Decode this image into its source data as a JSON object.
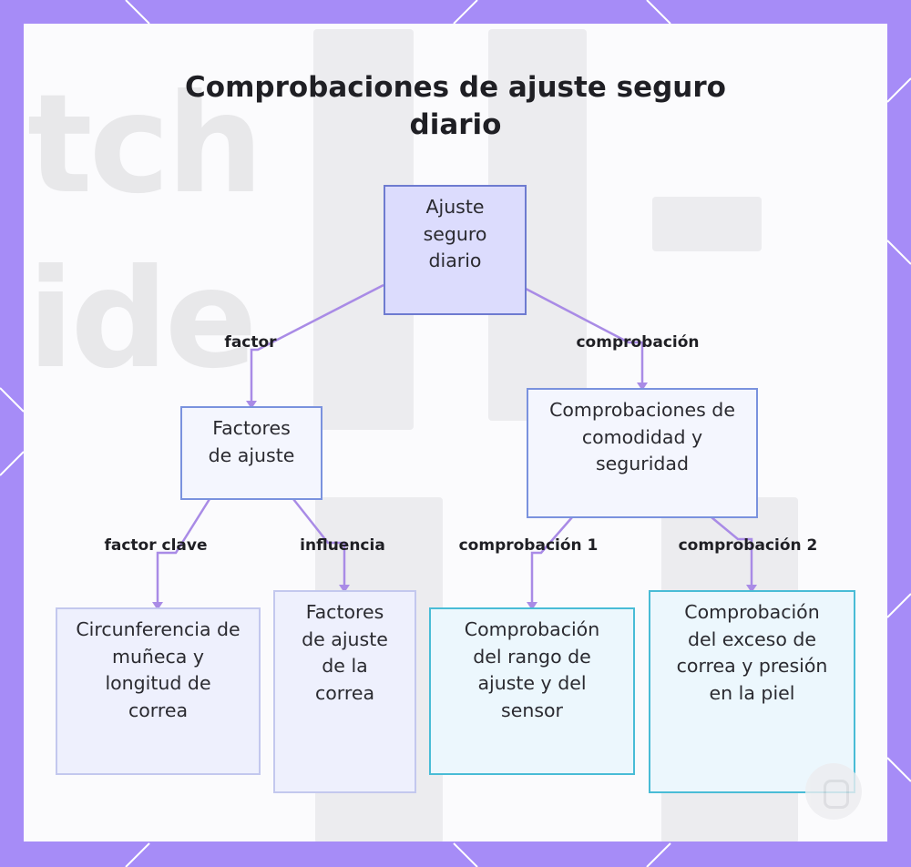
{
  "title": "Comprobaciones de ajuste seguro diario",
  "colors": {
    "frame": "#a68cf7",
    "panel": "#fbfbfd",
    "edge": "#a98be6",
    "root_fill": "#dcdcfd",
    "root_border": "#6e7bd0",
    "lavender_border": "#c3c8ee",
    "cyan_border": "#49bcd6"
  },
  "nodes": {
    "root": "Ajuste seguro diario",
    "fit_factors": "Factores de ajuste",
    "comfort_checks": "Comprobaciones de comodidad y seguridad",
    "wrist_circumference": "Circunferencia de muñeca y longitud de correa",
    "strap_fit_factors": "Factores de ajuste de la correa",
    "range_sensor_check": "Comprobación del rango de ajuste y del sensor",
    "excess_pressure_check": "Comprobación del exceso de correa y presión en la piel"
  },
  "edges": {
    "factor": "factor",
    "comprobacion": "comprobación",
    "factor_clave": "factor clave",
    "influencia": "influencia",
    "comprobacion_1": "comprobación 1",
    "comprobacion_2": "comprobación 2"
  },
  "background_text": [
    "tch",
    "ide"
  ],
  "watermark_icon": "logo-icon"
}
